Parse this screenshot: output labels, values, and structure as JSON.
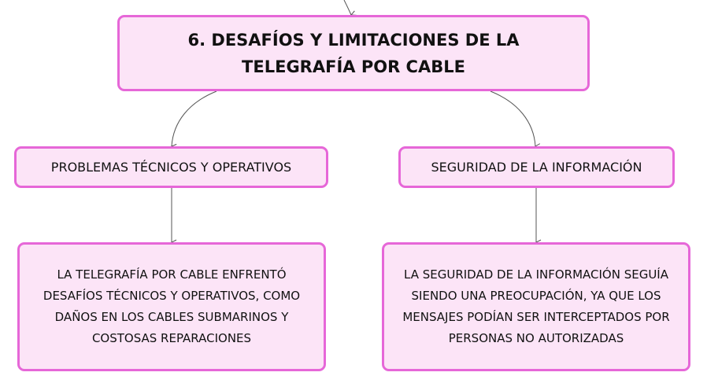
{
  "root": {
    "title": "6. DESAFÍOS Y LIMITACIONES DE LA TELEGRAFÍA POR CABLE"
  },
  "branches": [
    {
      "label": "PROBLEMAS TÉCNICOS Y OPERATIVOS",
      "detail": "LA TELEGRAFÍA POR CABLE ENFRENTÓ DESAFÍOS TÉCNICOS Y OPERATIVOS, COMO DAÑOS EN LOS CABLES SUBMARINOS Y COSTOSAS REPARACIONES"
    },
    {
      "label": "SEGURIDAD DE LA INFORMACIÓN",
      "detail": "LA SEGURIDAD DE LA INFORMACIÓN SEGUÍA SIENDO UNA PREOCUPACIÓN, YA QUE LOS MENSAJES PODÍAN SER INTERCEPTADOS POR PERSONAS NO AUTORIZADAS"
    }
  ],
  "colors": {
    "node_fill": "#fce4f7",
    "node_border": "#e667d8",
    "connector": "#555555"
  }
}
